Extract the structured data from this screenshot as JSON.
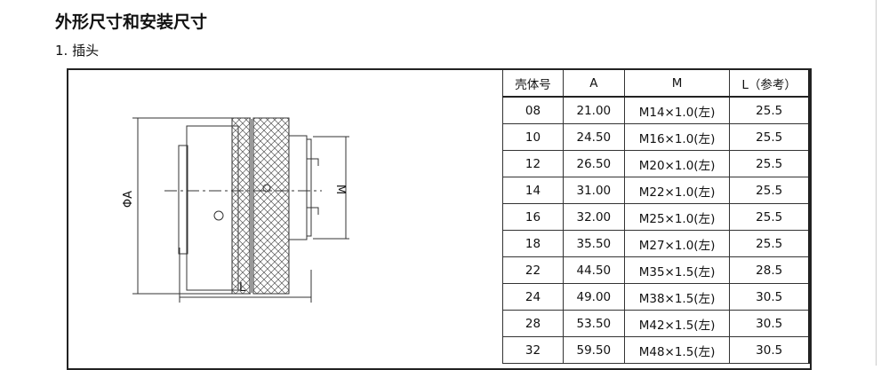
{
  "title": "外形尺寸和安装尺寸",
  "section": "1. 插头",
  "drawing": {
    "dia_label": "ΦA",
    "m_label": "M",
    "l_label": "L"
  },
  "table": {
    "headers": [
      "壳体号",
      "A",
      "M",
      "L（参考）"
    ],
    "rows": [
      [
        "08",
        "21.00",
        "M14×1.0(左)",
        "25.5"
      ],
      [
        "10",
        "24.50",
        "M16×1.0(左)",
        "25.5"
      ],
      [
        "12",
        "26.50",
        "M20×1.0(左)",
        "25.5"
      ],
      [
        "14",
        "31.00",
        "M22×1.0(左)",
        "25.5"
      ],
      [
        "16",
        "32.00",
        "M25×1.0(左)",
        "25.5"
      ],
      [
        "18",
        "35.50",
        "M27×1.0(左)",
        "25.5"
      ],
      [
        "22",
        "44.50",
        "M35×1.5(左)",
        "28.5"
      ],
      [
        "24",
        "49.00",
        "M38×1.5(左)",
        "30.5"
      ],
      [
        "28",
        "53.50",
        "M42×1.5(左)",
        "30.5"
      ],
      [
        "32",
        "59.50",
        "M48×1.5(左)",
        "30.5"
      ]
    ]
  }
}
